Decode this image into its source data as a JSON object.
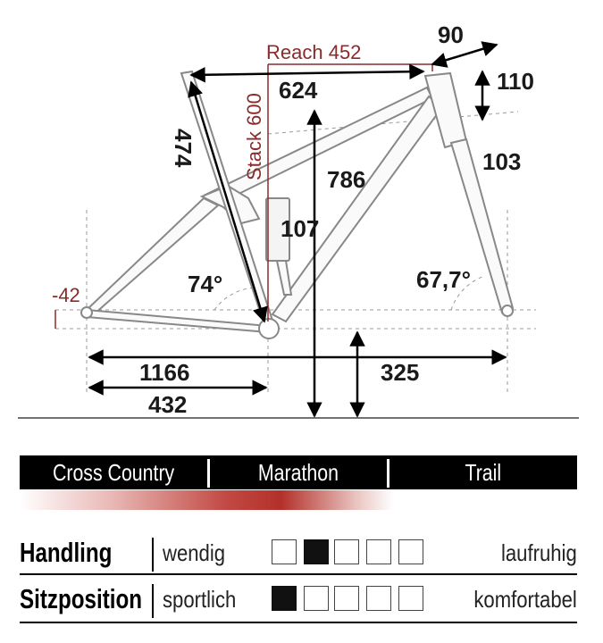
{
  "geometry": {
    "reach_label": "Reach 452",
    "stack_label": "Stack 600",
    "top_tube": "624",
    "seat_tube": "474",
    "stem": "90",
    "head_tube": "110",
    "fork": "103",
    "height": "786",
    "shock": "107",
    "seat_angle": "74°",
    "head_angle": "67,7°",
    "bb_drop": "-42",
    "wheelbase": "1166",
    "chainstay": "432",
    "trail": "325"
  },
  "disciplines": [
    "Cross Country",
    "Marathon",
    "Trail"
  ],
  "ratings": [
    {
      "label": "Handling",
      "left": "wendig",
      "right": "laufruhig",
      "selected": 2,
      "total": 5
    },
    {
      "label": "Sitzposition",
      "left": "sportlich",
      "right": "komfortabel",
      "selected": 1,
      "total": 5
    }
  ],
  "colors": {
    "accent_red": "#8b2a2a",
    "bar_black": "#000000",
    "gradient_red": "#b3302a"
  }
}
